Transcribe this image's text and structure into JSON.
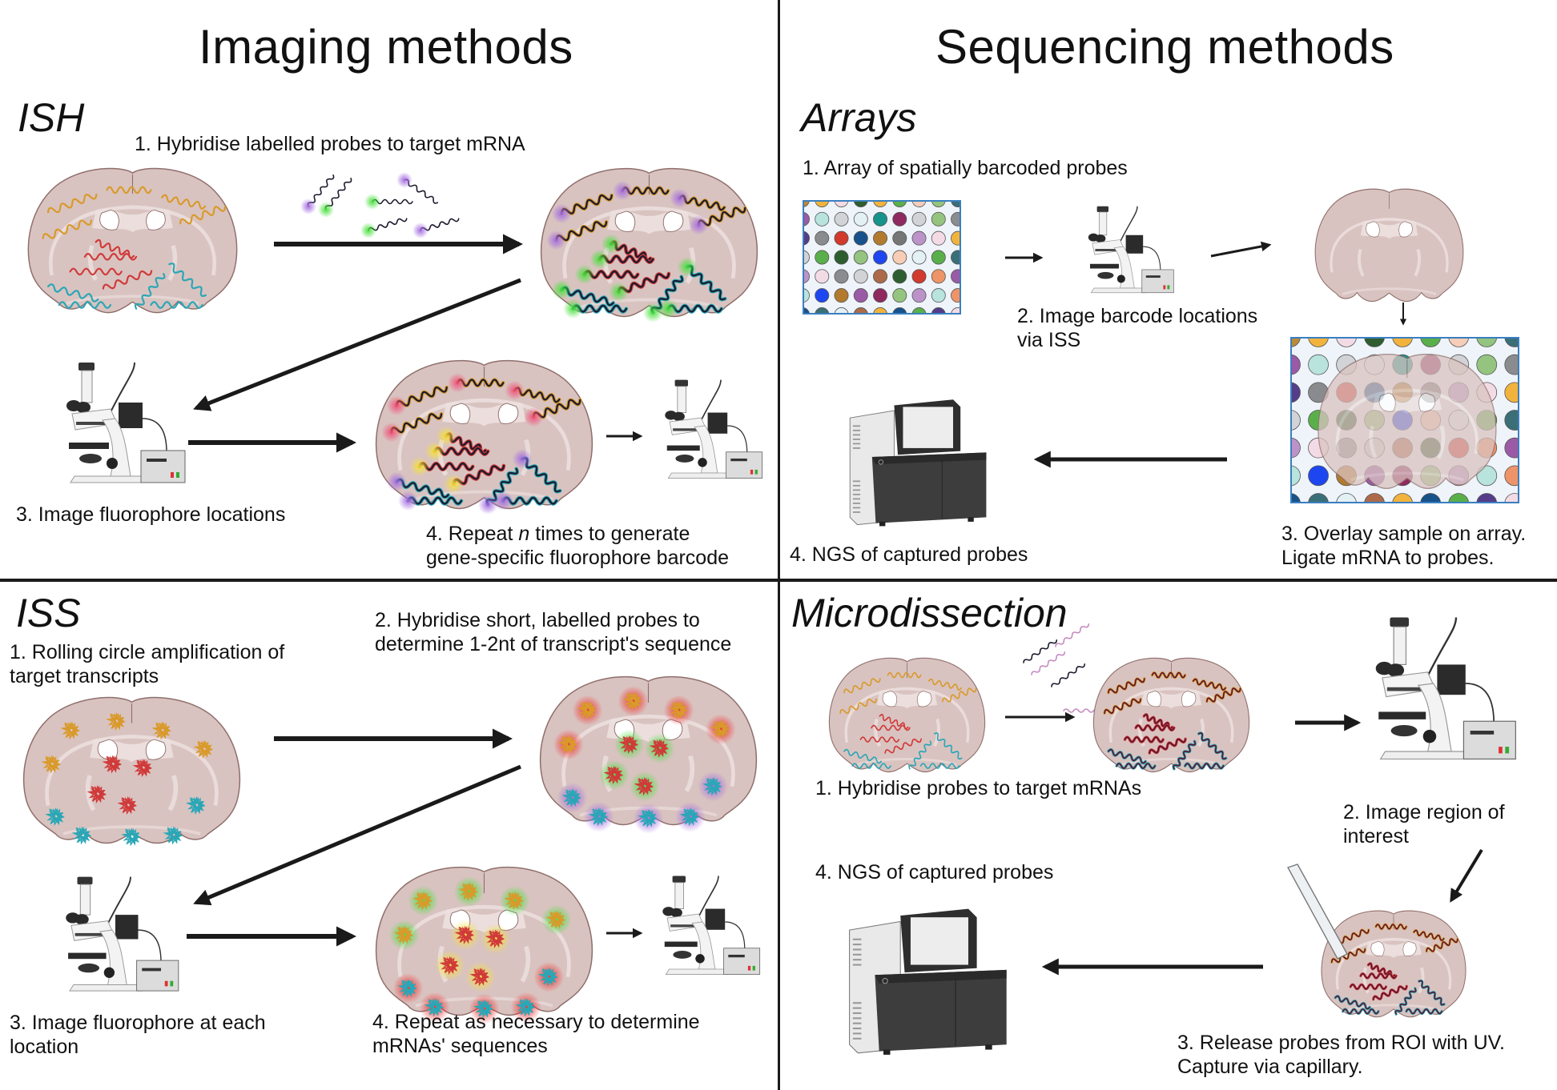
{
  "headers": {
    "left": "Imaging methods",
    "right": "Sequencing methods"
  },
  "colors": {
    "brain_fill": "#d9c3c0",
    "brain_stroke": "#8f6f6c",
    "brain_white_matter": "#ece1df",
    "divider": "#1a1a1a",
    "arrow": "#1a1a1a",
    "mrna_orange": "#d99a2b",
    "mrna_red": "#d03a3a",
    "mrna_cyan": "#2aa7b6",
    "probe_dark": "#1b1b2e",
    "probe_pink": "#c58bc0",
    "fluor_green": "#48e03c",
    "fluor_purple": "#a36be0",
    "fluor_red": "#f03030",
    "fluor_yellow": "#f5e23a",
    "array_frame": "#3a7fc1",
    "array_bg": "#eef4f9"
  },
  "panels": {
    "ish": {
      "title": "ISH",
      "step1": "1. Hybridise labelled probes to target mRNA",
      "step3": "3. Image fluorophore locations",
      "step4_prefix": "4. Repeat ",
      "step4_n": "n",
      "step4_suffix": " times to generate",
      "step4_line2": "gene-specific fluorophore barcode"
    },
    "arrays": {
      "title": "Arrays",
      "step1": "1. Array of spatially barcoded probes",
      "step2_line1": "2. Image barcode locations",
      "step2_line2": "via ISS",
      "step3_line1": "3. Overlay sample on array.",
      "step3_line2": "Ligate mRNA to probes.",
      "step4": "4. NGS of captured probes"
    },
    "iss": {
      "title": "ISS",
      "step1_line1": "1. Rolling circle amplification of",
      "step1_line2": "target transcripts",
      "step2_line1": "2. Hybridise short, labelled probes to",
      "step2_line2": "determine 1-2nt of transcript's sequence",
      "step3_line1": "3. Image fluorophore at each",
      "step3_line2": "location",
      "step4_line1": "4. Repeat as necessary to determine",
      "step4_line2": "mRNAs' sequences"
    },
    "microdissection": {
      "title": "Microdissection",
      "step1": "1. Hybridise probes to target mRNAs",
      "step2_line1": "2. Image region of",
      "step2_line2": "interest",
      "step3_line1": "3. Release probes from ROI with UV.",
      "step3_line2": "Capture via capillary.",
      "step4": "4. NGS of captured probes"
    }
  },
  "icons": {
    "brain": "brain-coronal-section-icon",
    "microscope": "fluorescence-microscope-icon",
    "sequencer": "ngs-sequencer-icon",
    "array": "barcoded-probe-array-icon",
    "capillary": "capillary-icon",
    "probes": "labelled-probes-icon"
  },
  "array_palette": [
    "#b98a3a",
    "#f2b33d",
    "#f3dbe6",
    "#2f5d2f",
    "#f2b33d",
    "#5aaf4b",
    "#f6cdb8",
    "#94c47f",
    "#3b6f78",
    "#9b5aa5",
    "#b9e3dd",
    "#d1d3d6",
    "#e3f1f5",
    "#16938a",
    "#8e2a5f",
    "#d1d3d6",
    "#94c47f",
    "#8a8c8f",
    "#553d8a",
    "#898b8e",
    "#d23a2d",
    "#17528a",
    "#b37a2e",
    "#767676",
    "#bb93c9",
    "#f3dbe6",
    "#f2b33d",
    "#d1d3d6",
    "#59b04a",
    "#2d5e2f",
    "#94c47f",
    "#1e46f0",
    "#f8cdb5",
    "#e3f1f5",
    "#59b04a",
    "#3b6f78",
    "#bb93c9",
    "#f3dbe6",
    "#8a8c8f",
    "#d1d3d6",
    "#ad6a4a",
    "#2d5e2f",
    "#d23a2d",
    "#ee9468",
    "#9b5aa5",
    "#b9e3dd",
    "#1e46f0",
    "#b37a2e",
    "#9b5aa5",
    "#8e2a5f",
    "#94c47f",
    "#bb93c9",
    "#b9e3dd",
    "#ee9468",
    "#17528a",
    "#3b6f78",
    "#e3f1f5",
    "#ad6a4a",
    "#f2b33d",
    "#17528a",
    "#59b04a",
    "#553d8a",
    "#f3dbe6"
  ]
}
